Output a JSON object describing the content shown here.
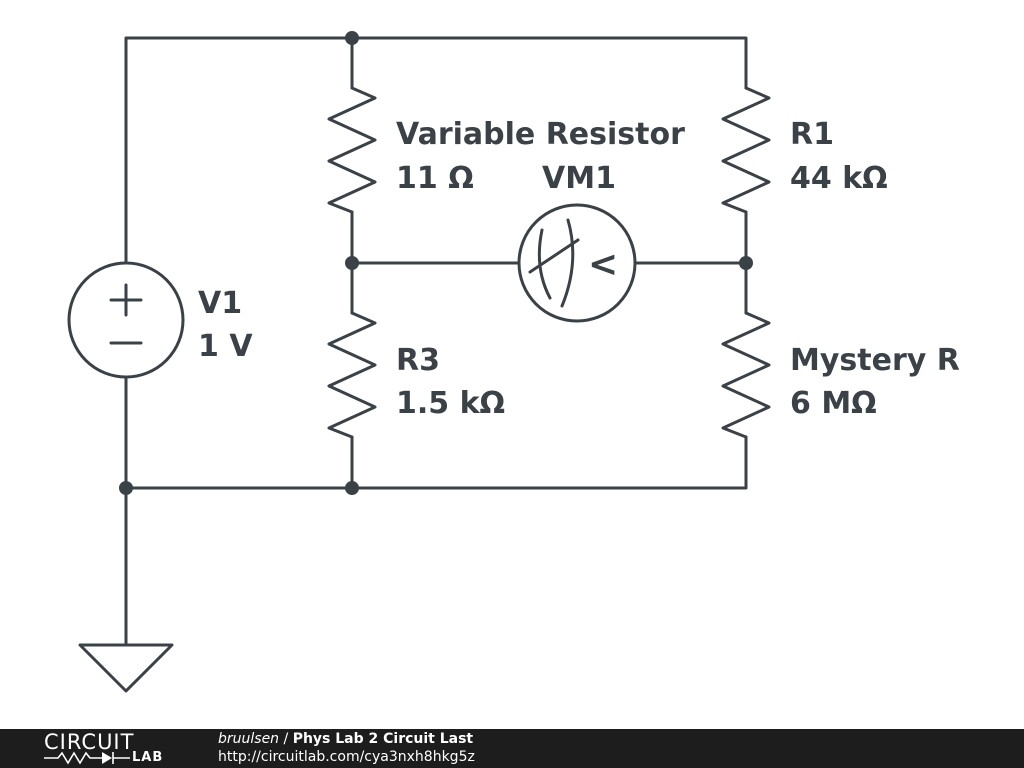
{
  "circuit": {
    "source": {
      "name": "V1",
      "value": "1 V"
    },
    "variable_resistor": {
      "name": "Variable Resistor",
      "value": "11 Ω"
    },
    "r1": {
      "name": "R1",
      "value": "44 kΩ"
    },
    "r3": {
      "name": "R3",
      "value": "1.5 kΩ"
    },
    "mystery_r": {
      "name": "Mystery R",
      "value": "6 MΩ"
    },
    "voltmeter": {
      "name": "VM1",
      "symbol": "<"
    }
  },
  "footer": {
    "logo_top": "CIRCUIT",
    "logo_bottom": "LAB",
    "author": "bruulsen",
    "separator": " / ",
    "title": "Phys Lab 2 Circuit Last",
    "url": "http://circuitlab.com/cya3nxh8hkg5z"
  },
  "colors": {
    "wire": "#3a4147",
    "footer_bg": "#1d1d1d",
    "footer_text": "#ffffff"
  }
}
